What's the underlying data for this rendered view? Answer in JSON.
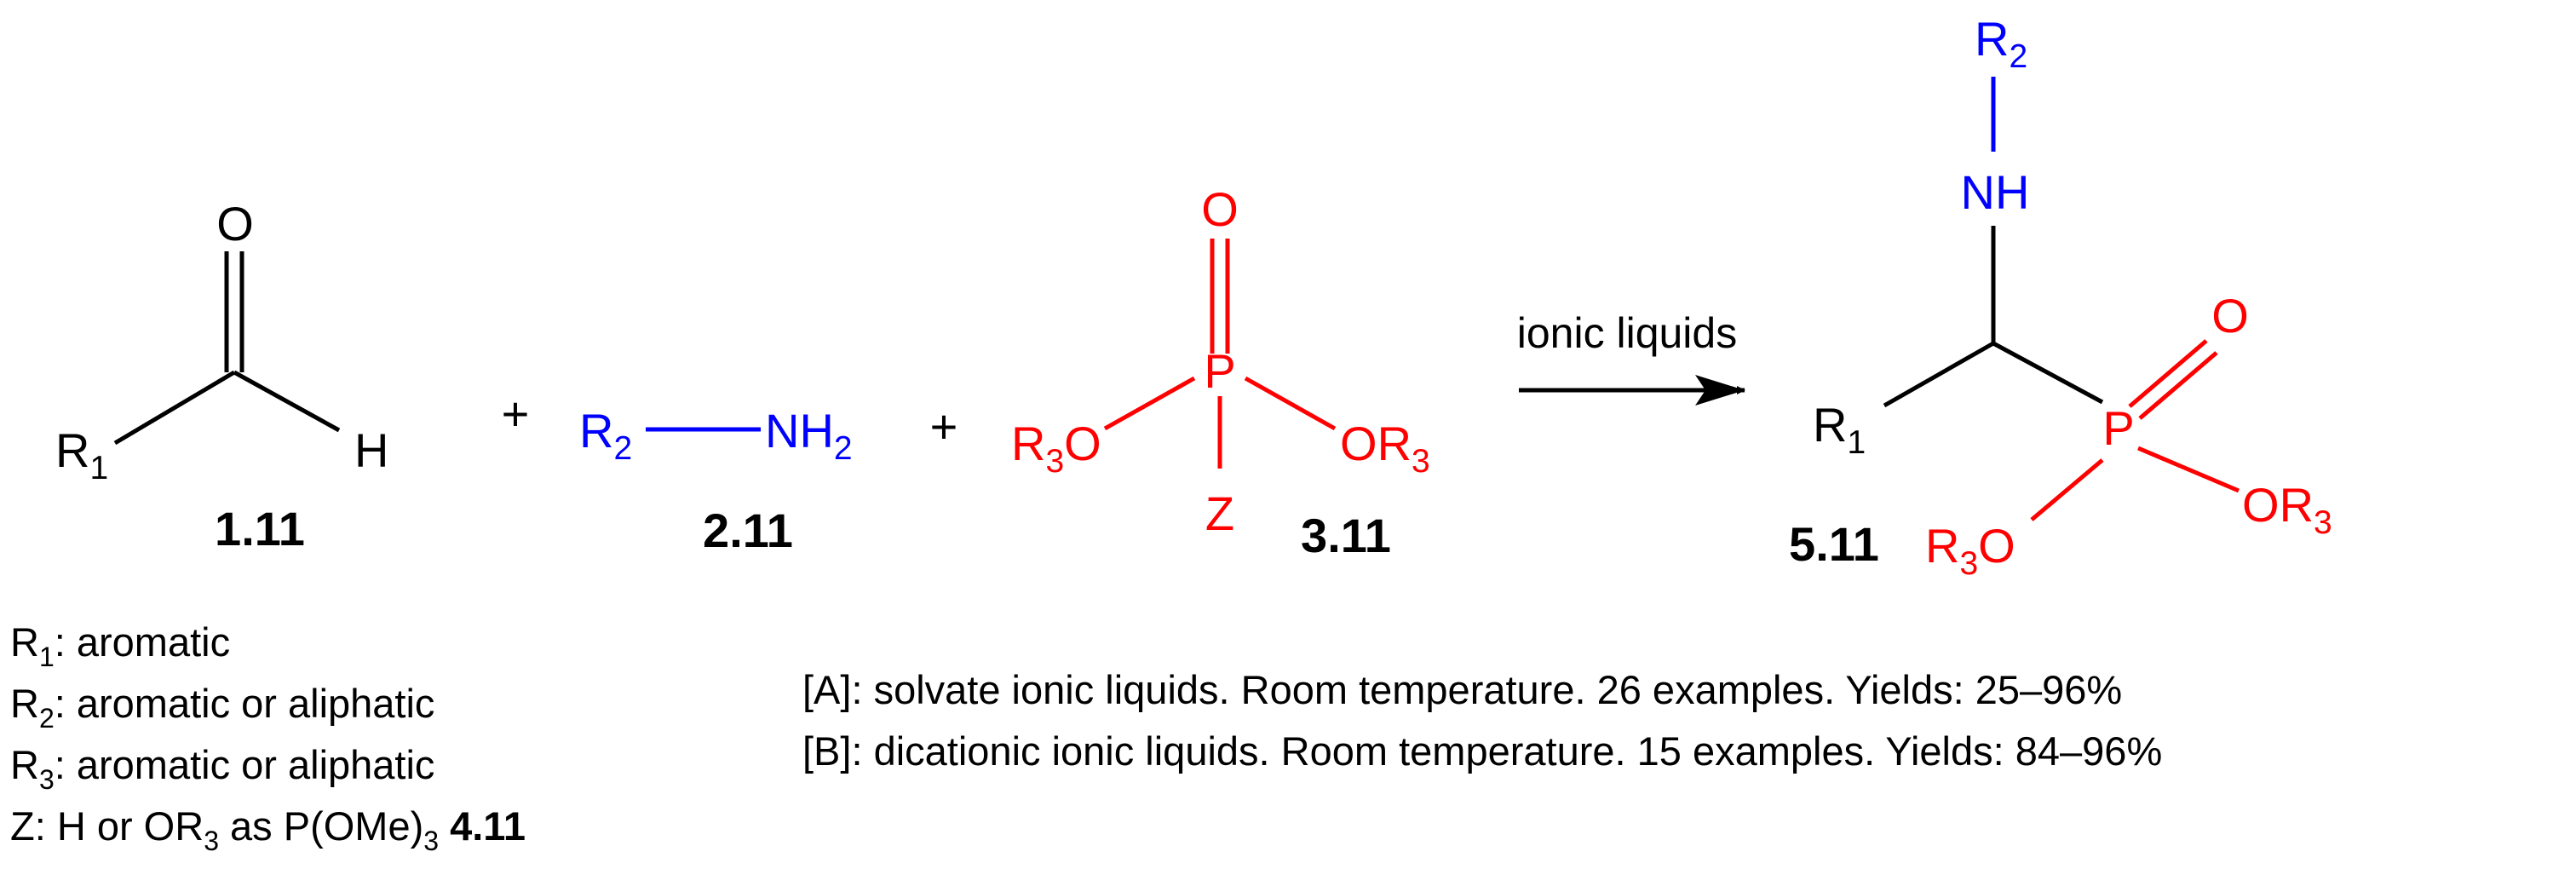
{
  "atoms": {
    "o": "O",
    "h": "H",
    "r": "R",
    "nh": "NH",
    "n_h": "NH",
    "p": "P",
    "z": "Z",
    "one": "1",
    "two": "2",
    "three": "3"
  },
  "operators": {
    "plus": "+"
  },
  "compounds": {
    "aldehyde": "1.11",
    "amine": "2.11",
    "phosphite": "3.11",
    "product": "5.11"
  },
  "arrow": {
    "condition": "ionic liquids"
  },
  "legend": {
    "r1": {
      "label": "R",
      "sub": "1",
      "text": ": aromatic"
    },
    "r2": {
      "label": "R",
      "sub": "2",
      "text": ": aromatic or aliphatic"
    },
    "r3": {
      "label": "R",
      "sub": "3",
      "text": ": aromatic or aliphatic"
    },
    "z": {
      "pre": "Z: H or OR",
      "sub": "3",
      "mid": " as P(OMe)",
      "sub2": "3",
      "ref": "4.11"
    }
  },
  "conditions": {
    "a": "[A]: solvate ionic liquids. Room temperature. 26 examples. Yields: 25–96%",
    "b": "[B]: dicationic ionic liquids. Room temperature. 15 examples. Yields: 84–96%"
  },
  "colors": {
    "black": "#000000",
    "blue": "#0000ff",
    "red": "#ff0000"
  }
}
